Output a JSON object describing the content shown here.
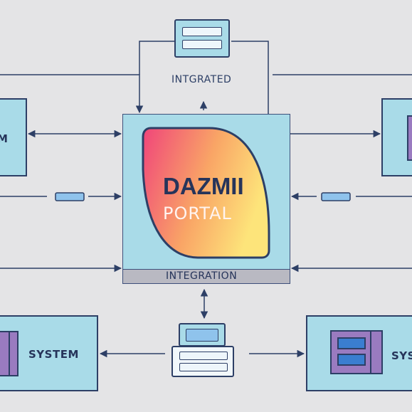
{
  "diagram": {
    "top_label": "INTGRATED",
    "center": {
      "title_line1": "DAZMII",
      "title_line2": "PORTAL",
      "footer": "INTEGRATION"
    },
    "left_top_label": "M",
    "bottom_left_label": "SYSTEM",
    "bottom_right_label": "SYS"
  },
  "colors": {
    "background": "#e4e4e6",
    "panel": "#a9dbe8",
    "outline": "#2d3f66",
    "accent_purple": "#9a7bc0",
    "gradient_start": "#f0457a",
    "gradient_end": "#fde47a"
  }
}
